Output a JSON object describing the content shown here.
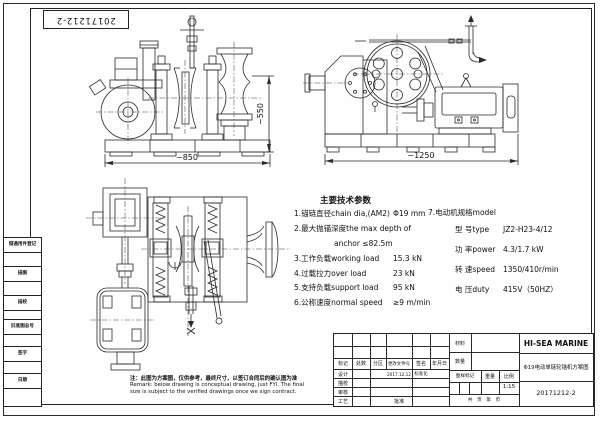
{
  "stamp": {
    "number": "20171212-2"
  },
  "dimensions": {
    "front_width": "~850",
    "front_height": "~550",
    "side_width": "~1250"
  },
  "tech": {
    "title": "主要技术参数",
    "items": [
      {
        "label": "1.锚链直径chain dia,(AM2)",
        "value": "Φ19  mm"
      },
      {
        "label": "2.最大抛锚深度the max depth of",
        "value": ""
      },
      {
        "label": "anchor  ≤82.5m",
        "value": ""
      },
      {
        "label": "3.工作负载working load",
        "value": "15.3 kN"
      },
      {
        "label": "4.过载拉力over load",
        "value": "23 kN"
      },
      {
        "label": "5.支持负载support load",
        "value": "95 kN"
      },
      {
        "label": "6.公称速度normal speed",
        "value": "≥9  m/min"
      }
    ],
    "motor": {
      "heading": "7.电动机规格model",
      "rows": [
        {
          "label": "型 号type",
          "value": "JZ2-H23-4/12"
        },
        {
          "label": "功 率power",
          "value": "4.3/1.7 kW"
        },
        {
          "label": "转 速speed",
          "value": "1350/410r/min"
        },
        {
          "label": "电 压duty",
          "value": "415V（50HZ）"
        }
      ]
    }
  },
  "remark": {
    "cn": "注：此图为方案图，仅供参考，最终尺寸，以签订合同后的确认图为准",
    "en1": "Remark: below drawing is conceptual drawing, just FYI. The final",
    "en2": "size is subject to the verified drawings once we sign contract."
  },
  "titleblock": {
    "company": "HI-SEA MARINE",
    "drawing_title": "Φ19电动单链轮锚机方案图",
    "drawing_no": "20171212-2",
    "material_label": "材料",
    "quantity_label": "数量",
    "mark_label": "图样标记",
    "weight_label": "重量",
    "scale_label": "比例",
    "scale_value": "1:15",
    "sheet_row": "共　页　第　页",
    "rev_headers": [
      "标记",
      "处数",
      "分区",
      "更改文件号",
      "签名",
      "年月日"
    ],
    "rows": [
      {
        "label": "设计",
        "date": "2017.12.12",
        "extra": "标准化"
      },
      {
        "label": "描校",
        "date": "",
        "extra": ""
      },
      {
        "label": "审核",
        "date": "",
        "extra": ""
      },
      {
        "label": "工艺",
        "date": "",
        "extra": "批准"
      }
    ]
  },
  "strip": {
    "labels": [
      "借通用件登记",
      "描图",
      "描校",
      "旧底图总号",
      "签字",
      "日期"
    ]
  }
}
